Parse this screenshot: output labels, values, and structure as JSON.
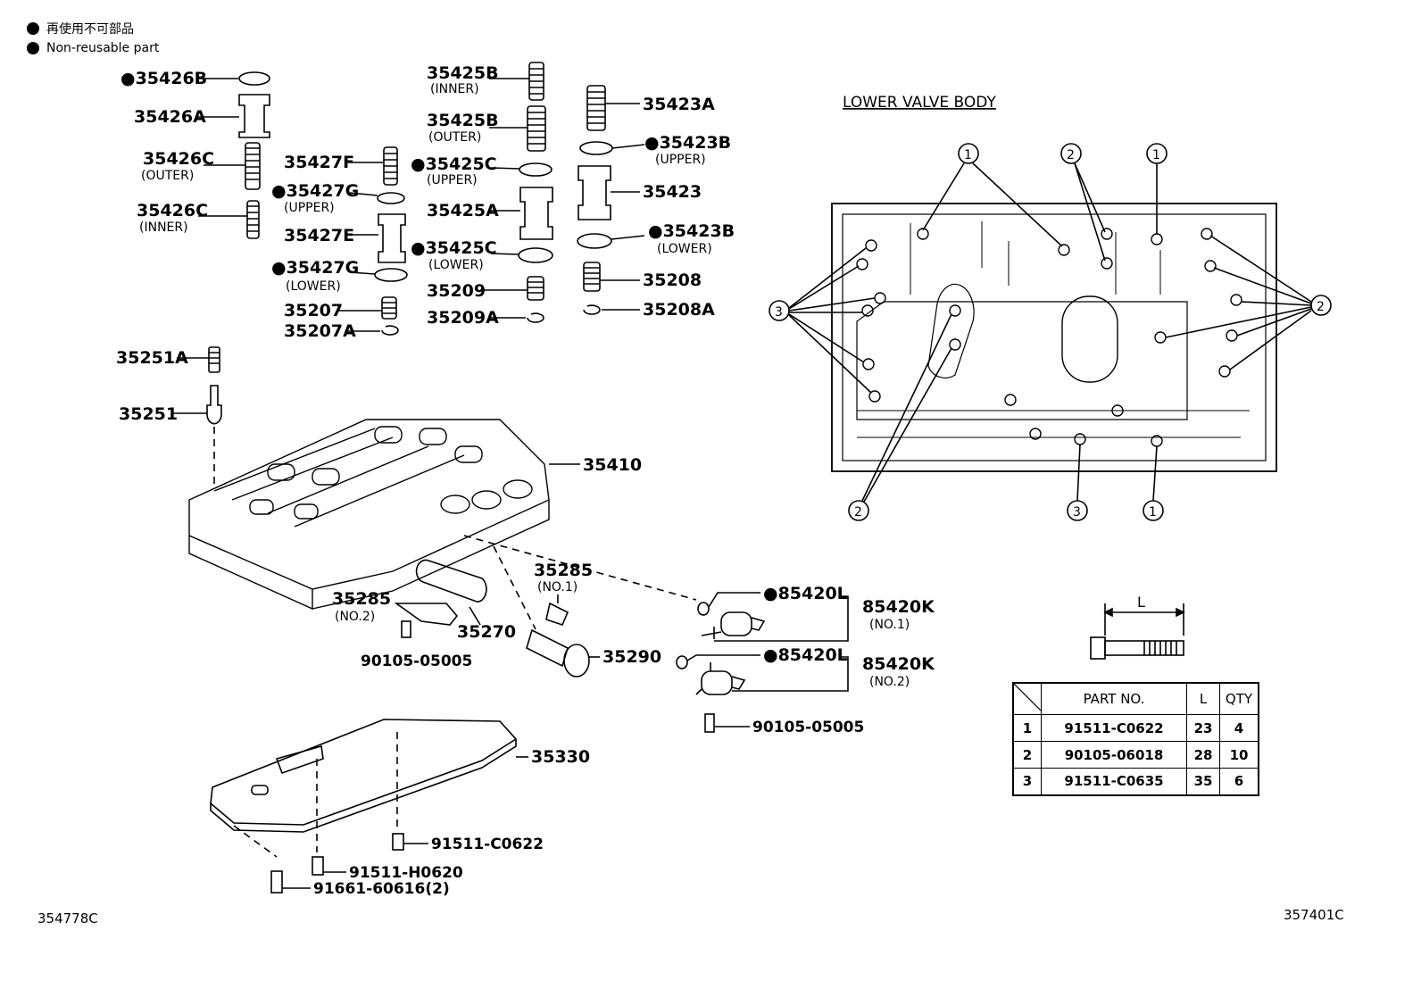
{
  "legend": {
    "jp": "再使用不可部品",
    "en": "Non-reusable part"
  },
  "diagram_codes": {
    "left": "354778C",
    "right": "357401C"
  },
  "lower_valve_body": {
    "title": "LOWER VALVE BODY",
    "callout_1": "1",
    "callout_2": "2",
    "callout_3": "3"
  },
  "parts": {
    "p35426B": "●35426B",
    "p35426A": "35426A",
    "p35426C_outer": "35426C",
    "p35426C_outer_sub": "(OUTER)",
    "p35426C_inner": "35426C",
    "p35426C_inner_sub": "(INNER)",
    "p35427F": "35427F",
    "p35427G_upper": "●35427G",
    "p35427G_upper_sub": "(UPPER)",
    "p35427E": "35427E",
    "p35427G_lower": "●35427G",
    "p35427G_lower_sub": "(LOWER)",
    "p35207": "35207",
    "p35207A": "35207A",
    "p35425B_inner": "35425B",
    "p35425B_inner_sub": "(INNER)",
    "p35425B_outer": "35425B",
    "p35425B_outer_sub": "(OUTER)",
    "p35425C_upper": "●35425C",
    "p35425C_upper_sub": "(UPPER)",
    "p35425A": "35425A",
    "p35425C_lower": "●35425C",
    "p35425C_lower_sub": "(LOWER)",
    "p35209": "35209",
    "p35209A": "35209A",
    "p35423A": "35423A",
    "p35423B_upper": "●35423B",
    "p35423B_upper_sub": "(UPPER)",
    "p35423": "35423",
    "p35423B_lower": "●35423B",
    "p35423B_lower_sub": "(LOWER)",
    "p35208": "35208",
    "p35208A": "35208A",
    "p35251A": "35251A",
    "p35251": "35251",
    "p35410": "35410",
    "p35285_no1": "35285",
    "p35285_no1_sub": "(NO.1)",
    "p35285_no2": "35285",
    "p35285_no2_sub": "(NO.2)",
    "p35270": "35270",
    "p35290": "35290",
    "p90105_a": "90105-05005",
    "p85420L_1": "●85420L",
    "p85420K_1": "85420K",
    "p85420K_1_sub": "(NO.1)",
    "p85420L_2": "●85420L",
    "p85420K_2": "85420K",
    "p85420K_2_sub": "(NO.2)",
    "p90105_b": "90105-05005",
    "p35330": "35330",
    "p91511_C0622": "91511-C0622",
    "p91511_H0620": "91511-H0620",
    "p91661": "91661-60616(2)"
  },
  "bolt_table": {
    "dimension_label": "L",
    "headers": [
      "",
      "PART NO.",
      "L",
      "QTY"
    ],
    "rows": [
      [
        "1",
        "91511-C0622",
        "23",
        "4"
      ],
      [
        "2",
        "90105-06018",
        "28",
        "10"
      ],
      [
        "3",
        "91511-C0635",
        "35",
        "6"
      ]
    ]
  }
}
